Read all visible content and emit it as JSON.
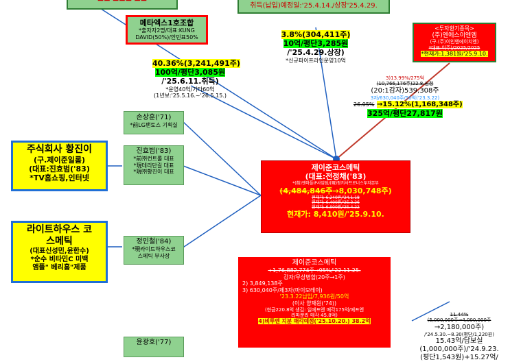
{
  "top_left_box": {
    "text": "■■ ■■■ ■■"
  },
  "top_center_box": {
    "text": "취득(납입)예정일:'25.4.14./상장'25.4.29."
  },
  "metax": {
    "title": "메타엑스1호조합",
    "sub1": "*출자자2명/대표:KUNG",
    "sub2": "DAVID(50%)/안민표50%"
  },
  "metax_stake": {
    "line1": "40.36%(3,241,491주)",
    "line2": "100억/평단3,085원",
    "line3": "/'25.6.11.취득)",
    "line4": "*운영40억/기타60억",
    "line5": "(1년보:'25.5.16.~'26.5.15.)"
  },
  "top_center_stake": {
    "line1": "3.8%(304,411주)",
    "line2": "10억/평단3,285원",
    "line3": "/'25.4.29.상장)",
    "line4": "*신규파이프라인운영10억"
  },
  "right_box": {
    "tag": "<투자환기종목>",
    "name": "(주)엔에스이엔엠",
    "sub1": "(구.(주)이인엔에이치엔)",
    "sub2": "*대표:이주)/2025/2025",
    "price": "*현재가:1,381원/'25.9.10."
  },
  "right_stake": {
    "l1": "3)13.99%/275억",
    "l2": "(10,766,176주)22.8.신청",
    "l3": "(20:1감자)539,308주",
    "l4": "3자/630,040주/50억('23.3.22)",
    "l5_old": "26.05%",
    "l5_new": "→15.12%(1,168,348주)",
    "l6": "325억/평단27,817원"
  },
  "son": {
    "name": "손상훈('71)",
    "desc": "*前LG팬토스 기획실"
  },
  "hwangjini": {
    "title": "주식회사 황진이",
    "sub1": "(구.제이준일롬)",
    "sub2": "(대표:진효범('83)",
    "sub3": "*TV홈쇼핑,인터넷"
  },
  "jin": {
    "name": "진효범('83)",
    "d1": "*前㈜컨트롤 대표",
    "d2": "*現테리단길 대표",
    "d3": "*現㈜황진이 대표"
  },
  "jayjun": {
    "name": "제이준코스메틱",
    "ceo": "(대표:전정채('83)",
    "note": "*(前)엔마플IP사업팀/(現)펑키사프로너스투자본부",
    "shares_old": "(4,484,846주",
    "shares_new": "→8,030,748주)",
    "h1": "현재가: 6,240원/'24.1.18",
    "h2": "현재가: 6,400원/'25.3.26",
    "h3": "현재가: 6,900원/'25.4.22",
    "price": "현재가: 8,410원/'25.9.10."
  },
  "lighthouse": {
    "t1": "라이트하우스 코",
    "t2": "스메틱",
    "sub1": "(대표신성민,윤한수)",
    "sub2": "*순수 비타민C 미백",
    "sub3": "앰플\" 베리홈\"제품"
  },
  "jeong": {
    "name": "정인철('84)",
    "d1": "*現라이트하우스코",
    "d2": "스메틱 부사장"
  },
  "jayjun2": {
    "title": "제이준코스메틱",
    "l1": "+1,76,882,774주→95%/'22.11.25.",
    "l2": "감자/무상병합(20주→1주)",
    "l3": "2)  3,849,138주",
    "l4": "3)  630,040주/제3자(마이모레이)",
    "l5": "'23.3.22납입/7,936원/50억",
    "l6": "(이사 양재원('74))",
    "l7": "(현금220.8억 생김: 일에프엔 매각175억/에프엔",
    "l8": "리파분리 매각 45.8억)",
    "l9": "4)비투엔 지분 매각예정('25.10.20.) 38.2억"
  },
  "bottom_right": {
    "l1": "11.44%",
    "l2": "(5,000,000주→4,000,000주",
    "l3": "→2,180,000주)",
    "l4": "/'24.5.30.~8.30(평단/1,220원)",
    "l5": "15.43억/담보실",
    "l6": "(1,000,000주)/'24.9.23.",
    "l7": "(평단1,543원)+15.27억/"
  },
  "yoon": {
    "name": "윤광호('77)"
  }
}
